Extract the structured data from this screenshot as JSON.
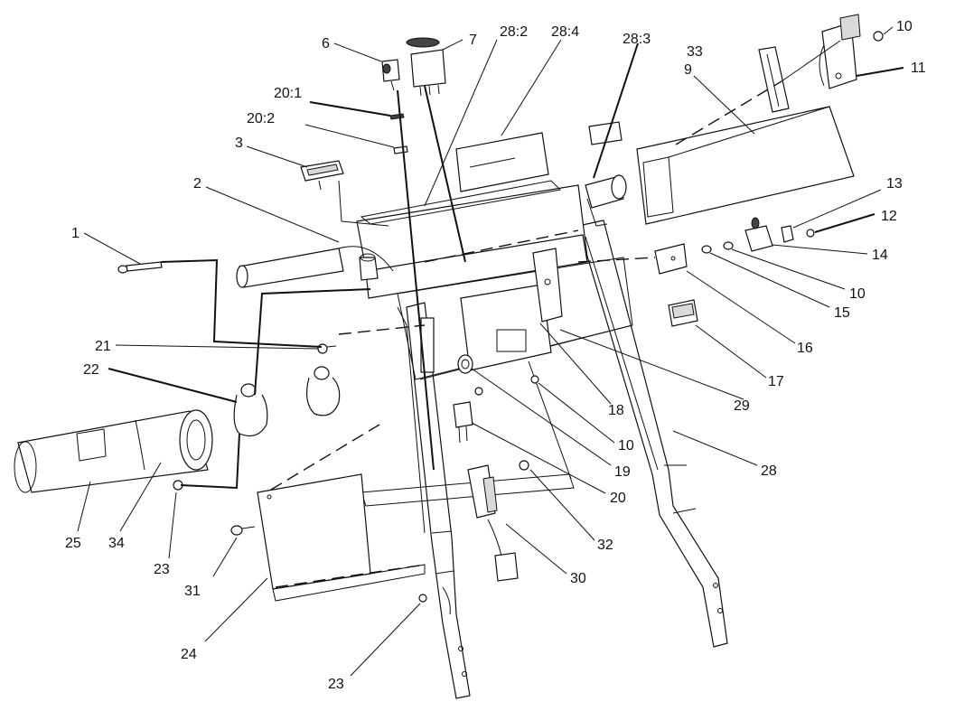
{
  "callouts": [
    {
      "id": "c1",
      "text": "1"
    },
    {
      "id": "c2",
      "text": "2"
    },
    {
      "id": "c3",
      "text": "3"
    },
    {
      "id": "c6",
      "text": "6"
    },
    {
      "id": "c7",
      "text": "7"
    },
    {
      "id": "c9",
      "text": "9"
    },
    {
      "id": "c10a",
      "text": "10"
    },
    {
      "id": "c10b",
      "text": "10"
    },
    {
      "id": "c10c",
      "text": "10"
    },
    {
      "id": "c11",
      "text": "11"
    },
    {
      "id": "c12",
      "text": "12"
    },
    {
      "id": "c13",
      "text": "13"
    },
    {
      "id": "c14",
      "text": "14"
    },
    {
      "id": "c15",
      "text": "15"
    },
    {
      "id": "c16",
      "text": "16"
    },
    {
      "id": "c17",
      "text": "17"
    },
    {
      "id": "c18",
      "text": "18"
    },
    {
      "id": "c19",
      "text": "19"
    },
    {
      "id": "c20",
      "text": "20"
    },
    {
      "id": "c20_1",
      "text": "20:1"
    },
    {
      "id": "c20_2",
      "text": "20:2"
    },
    {
      "id": "c21",
      "text": "21"
    },
    {
      "id": "c22",
      "text": "22"
    },
    {
      "id": "c23a",
      "text": "23"
    },
    {
      "id": "c23b",
      "text": "23"
    },
    {
      "id": "c24",
      "text": "24"
    },
    {
      "id": "c25",
      "text": "25"
    },
    {
      "id": "c28",
      "text": "28"
    },
    {
      "id": "c28_2",
      "text": "28:2"
    },
    {
      "id": "c28_3",
      "text": "28:3"
    },
    {
      "id": "c28_4",
      "text": "28:4"
    },
    {
      "id": "c29",
      "text": "29"
    },
    {
      "id": "c30",
      "text": "30"
    },
    {
      "id": "c31",
      "text": "31"
    },
    {
      "id": "c32",
      "text": "32"
    },
    {
      "id": "c33",
      "text": "33"
    },
    {
      "id": "c34",
      "text": "34"
    }
  ]
}
